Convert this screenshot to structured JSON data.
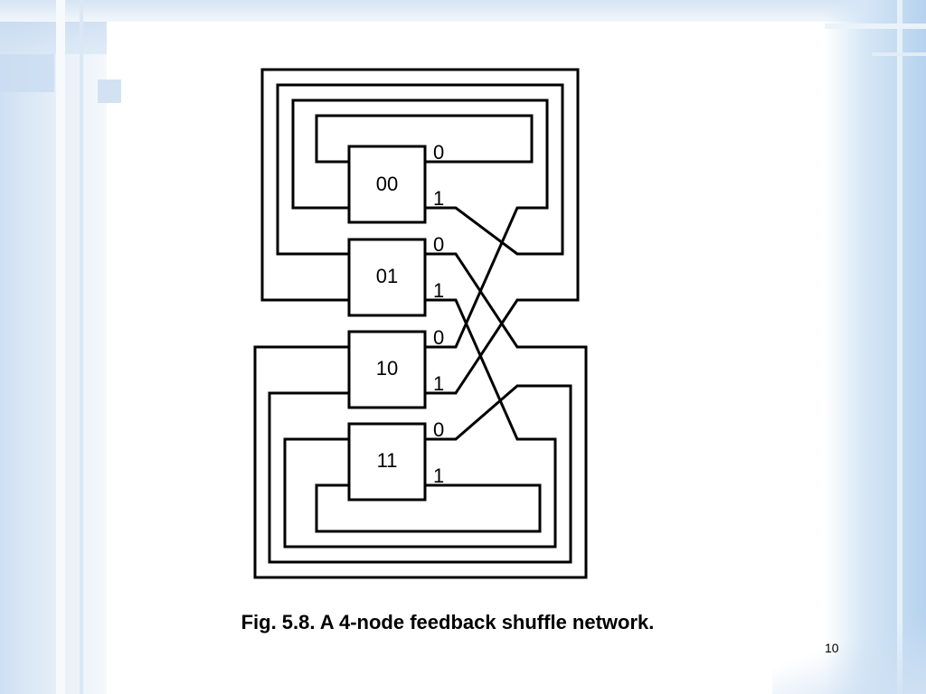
{
  "slide": {
    "caption": "Fig. 5.8. A 4-node feedback shuffle network.",
    "page_number": "10"
  },
  "diagram": {
    "nodes": [
      {
        "id": "00",
        "label": "00"
      },
      {
        "id": "01",
        "label": "01"
      },
      {
        "id": "10",
        "label": "10"
      },
      {
        "id": "11",
        "label": "11"
      }
    ],
    "ports": [
      {
        "node": "00",
        "label": "0"
      },
      {
        "node": "00",
        "label": "1"
      },
      {
        "node": "01",
        "label": "0"
      },
      {
        "node": "01",
        "label": "1"
      },
      {
        "node": "10",
        "label": "0"
      },
      {
        "node": "10",
        "label": "1"
      },
      {
        "node": "11",
        "label": "0"
      },
      {
        "node": "11",
        "label": "1"
      }
    ],
    "links": [
      {
        "from_node": "00",
        "from_port": "0",
        "to_node": "00"
      },
      {
        "from_node": "00",
        "from_port": "1",
        "to_node": "01"
      },
      {
        "from_node": "01",
        "from_port": "0",
        "to_node": "10"
      },
      {
        "from_node": "01",
        "from_port": "1",
        "to_node": "11"
      },
      {
        "from_node": "10",
        "from_port": "0",
        "to_node": "00"
      },
      {
        "from_node": "10",
        "from_port": "1",
        "to_node": "01"
      },
      {
        "from_node": "11",
        "from_port": "0",
        "to_node": "10"
      },
      {
        "from_node": "11",
        "from_port": "1",
        "to_node": "11"
      }
    ]
  }
}
